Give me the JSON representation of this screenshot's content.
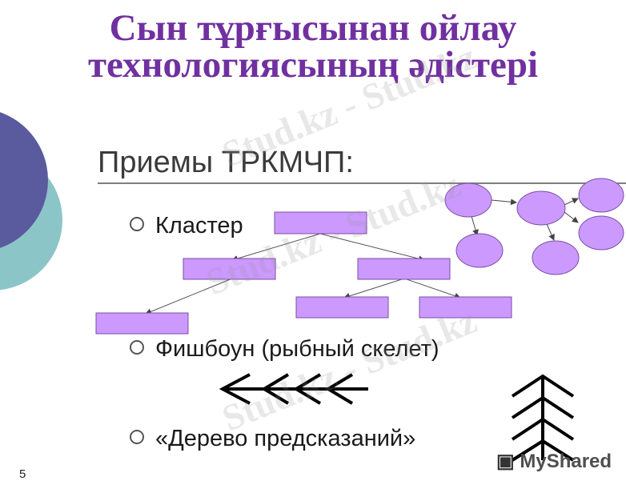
{
  "title_line1": "Сын тұрғысынан ойлау",
  "title_line2": "технологиясының әдістері",
  "subtitle": "Приемы ТРКМЧП:",
  "bullets": [
    "Кластер",
    "Фишбоун (рыбный скелет)",
    "«Дерево предсказаний»"
  ],
  "slide_number": "5",
  "logo_text": "MyShared",
  "watermark": "Stud.kz - Stud.kz",
  "colors": {
    "title": "#7030a0",
    "shape_fill": "#cc99ff",
    "shape_stroke": "#7a4fa6",
    "blue_circle": "#5a5a9e",
    "teal_circle": "#8cc5c8"
  }
}
